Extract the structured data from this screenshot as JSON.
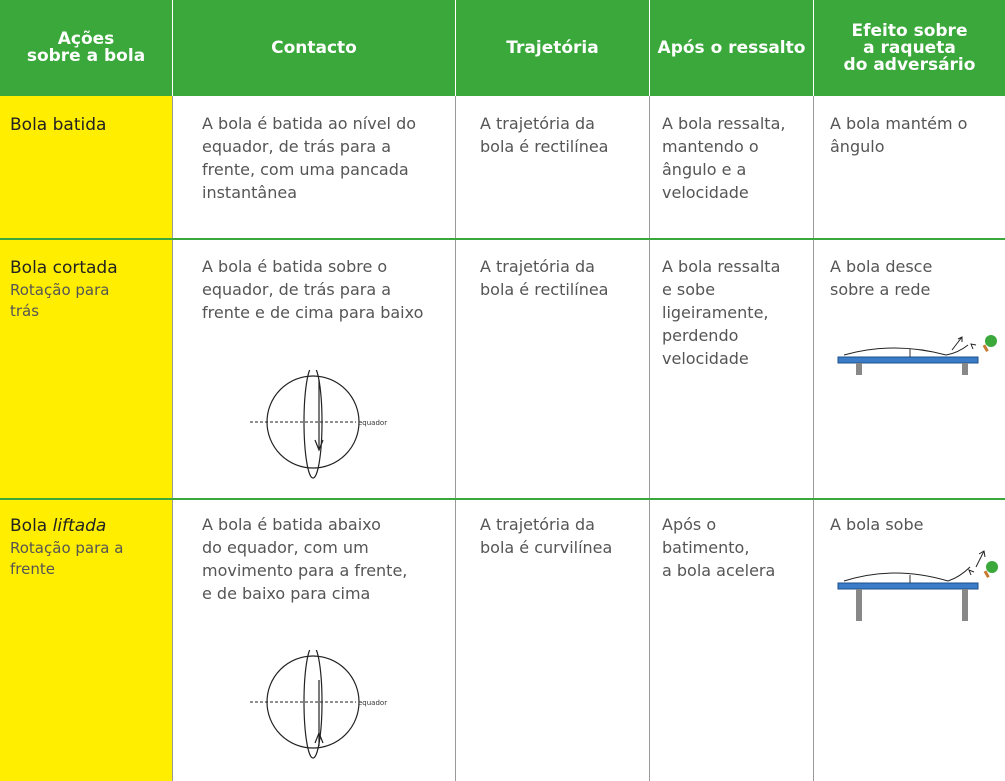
{
  "headers": [
    "Ações\nsobre a bola",
    "Contacto",
    "Trajetória",
    "Após o ressalto",
    "Efeito sobre\na raqueta\ndo adversário"
  ],
  "rows": [
    {
      "name": "Bola batida",
      "subtitle": "",
      "contacto": "A bola é batida ao nível do\nequador, de trás para a\nfrente, com uma pancada\ninstantânea",
      "trajetoria": "A trajetória da\nbola é rectilínea",
      "ressalto": "A bola ressalta,\nmantendo o\nângulo e a\nvelocidade",
      "efeito": "A bola mantém o\nângulo"
    },
    {
      "name": "Bola cortada",
      "subtitle": "Rotação para\ntrás",
      "contacto": "A bola é batida sobre o\nequador, de trás para a\nfrente e de cima para baixo",
      "trajetoria": "A trajetória da\nbola é rectilínea",
      "ressalto": "A bola ressalta\ne sobe\nligeiramente,\nperdendo\nvelocidade",
      "efeito": "A bola desce\nsobre a rede",
      "diagram_label": "equador"
    },
    {
      "name_prefix": "Bola ",
      "name_italic": "liftada",
      "subtitle": "Rotação para a\nfrente",
      "contacto": "A bola é batida abaixo\ndo equador, com um\nmovimento para a frente,\ne de baixo para cima",
      "trajetoria": "A trajetória da\nbola é curvilínea",
      "ressalto": "Após o\nbatimento,\na bola acelera",
      "efeito": "A bola sobe",
      "diagram_label": "equador"
    }
  ],
  "colors": {
    "header": "#3aa83a",
    "highlight": "#ffee00",
    "table_blue": "#3b7cc9",
    "paddle": "#3aa83a"
  }
}
